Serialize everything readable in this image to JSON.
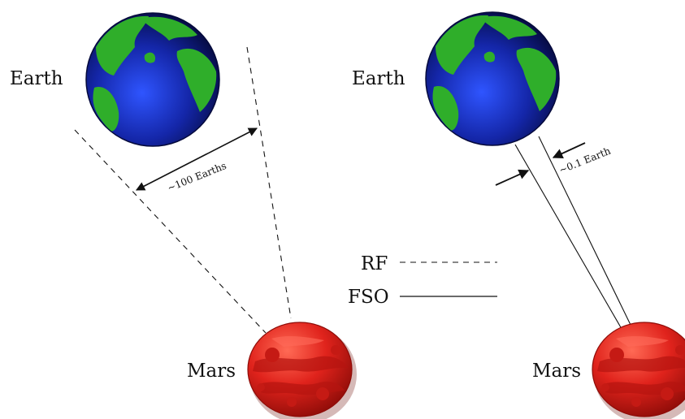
{
  "left_panel": {
    "earth_label": "Earth",
    "mars_label": "Mars",
    "beam_width_label": "~100 Earths"
  },
  "right_panel": {
    "earth_label": "Earth",
    "mars_label": "Mars",
    "beam_width_label": "~0.1 Earth"
  },
  "legend": {
    "items": [
      {
        "label": "RF",
        "line_style": "dashed"
      },
      {
        "label": "FSO",
        "line_style": "solid"
      }
    ]
  },
  "colors": {
    "earth_ocean": "#1426a8",
    "earth_land": "#2fae2a",
    "mars_body": "#e0231c",
    "mars_dark": "#b5140f",
    "line": "#111111"
  }
}
